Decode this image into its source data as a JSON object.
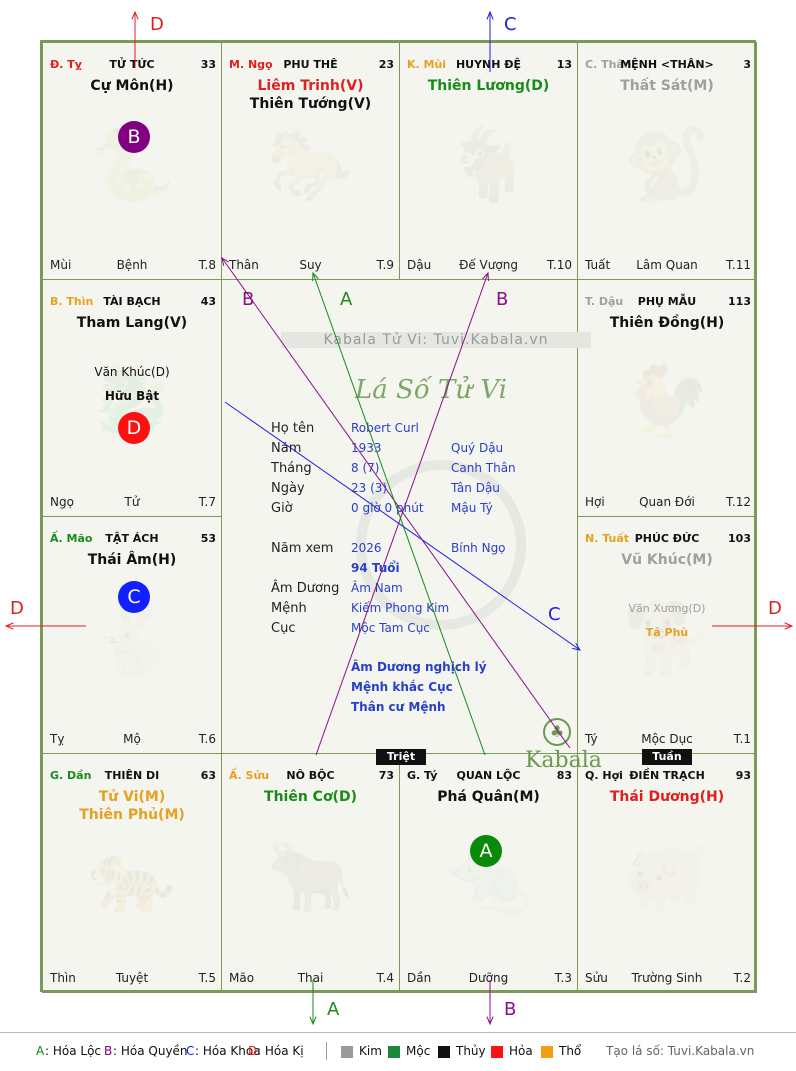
{
  "palaces": [
    {
      "can": "Đ. Tỵ",
      "can_color": "#e02020",
      "name": "TỬ TỨC",
      "age": "33",
      "bl": "Mùi",
      "bc": "Bệnh",
      "br": "T.8",
      "stars": [
        {
          "t": "Cự Môn(H)",
          "c": "#111111"
        }
      ],
      "minors": [],
      "icon": "snake-icon",
      "glyph": "🐍"
    },
    {
      "can": "M. Ngọ",
      "can_color": "#e02020",
      "name": "PHU THÊ",
      "age": "23",
      "bl": "Thân",
      "bc": "Suy",
      "br": "T.9",
      "stars": [
        {
          "t": "Liêm Trinh(V)",
          "c": "#e02020"
        },
        {
          "t": "Thiên Tướng(V)",
          "c": "#111111"
        }
      ],
      "minors": [],
      "icon": "horse-icon",
      "glyph": "🐎"
    },
    {
      "can": "K. Mùi",
      "can_color": "#e8a020",
      "name": "HUYNH ĐỆ",
      "age": "13",
      "bl": "Dậu",
      "bc": "Đế Vượng",
      "br": "T.10",
      "stars": [
        {
          "t": "Thiên Lương(D)",
          "c": "#1a8a1a"
        }
      ],
      "minors": [],
      "icon": "goat-icon",
      "glyph": "🐐"
    },
    {
      "can": "C. Thân",
      "can_color": "#a0a0a0",
      "name": "MỆNH <THÂN>",
      "age": "3",
      "bl": "Tuất",
      "bc": "Lâm Quan",
      "br": "T.11",
      "stars": [
        {
          "t": "Thất Sát(M)",
          "c": "#a0a0a0"
        }
      ],
      "minors": [],
      "icon": "monkey-icon",
      "glyph": "🐒"
    },
    {
      "can": "T. Dậu",
      "can_color": "#a0a0a0",
      "name": "PHỤ MẪU",
      "age": "113",
      "bl": "Hợi",
      "bc": "Quan Đới",
      "br": "T.12",
      "stars": [
        {
          "t": "Thiên Đồng(H)",
          "c": "#111111"
        }
      ],
      "minors": [],
      "icon": "rooster-icon",
      "glyph": "🐓"
    },
    {
      "can": "N. Tuất",
      "can_color": "#e8a020",
      "name": "PHÚC ĐỨC",
      "age": "103",
      "bl": "Tý",
      "bc": "Mộc Dục",
      "br": "T.1",
      "stars": [
        {
          "t": "Vũ Khúc(M)",
          "c": "#a0a0a0"
        }
      ],
      "minors": [
        {
          "t": "Văn Xương(D)",
          "c": "#a0a0a0",
          "n": false
        },
        {
          "t": "Tả Phù",
          "c": "#e8a020",
          "n": true
        }
      ],
      "icon": "dog-icon",
      "glyph": "🐕"
    },
    {
      "can": "Q. Hợi",
      "can_color": "#111111",
      "name": "ĐIỀN TRẠCH",
      "age": "93",
      "bl": "Sửu",
      "bc": "Trường Sinh",
      "br": "T.2",
      "stars": [
        {
          "t": "Thái Dương(H)",
          "c": "#e02020"
        }
      ],
      "minors": [],
      "icon": "pig-icon",
      "glyph": "🐖"
    },
    {
      "can": "G. Tý",
      "can_color": "#111111",
      "name": "QUAN LỘC",
      "age": "83",
      "bl": "Dần",
      "bc": "Dưỡng",
      "br": "T.3",
      "stars": [
        {
          "t": "Phá Quân(M)",
          "c": "#111111"
        }
      ],
      "minors": [],
      "icon": "rat-icon",
      "glyph": "🐀"
    },
    {
      "can": "Ấ. Sửu",
      "can_color": "#e8a020",
      "name": "NÔ BỘC",
      "age": "73",
      "bl": "Mão",
      "bc": "Thai",
      "br": "T.4",
      "stars": [
        {
          "t": "Thiên Cơ(D)",
          "c": "#1a8a1a"
        }
      ],
      "minors": [],
      "icon": "ox-icon",
      "glyph": "🐂"
    },
    {
      "can": "G. Dần",
      "can_color": "#1a8a1a",
      "name": "THIÊN DI",
      "age": "63",
      "bl": "Thìn",
      "bc": "Tuyệt",
      "br": "T.5",
      "stars": [
        {
          "t": "Tử Vi(M)",
          "c": "#e8a020"
        },
        {
          "t": "Thiên Phủ(M)",
          "c": "#e8a020"
        }
      ],
      "minors": [],
      "icon": "tiger-icon",
      "glyph": "🐅"
    },
    {
      "can": "Ấ. Mão",
      "can_color": "#1a8a1a",
      "name": "TẬT ÁCH",
      "age": "53",
      "bl": "Tỵ",
      "bc": "Mộ",
      "br": "T.6",
      "stars": [
        {
          "t": "Thái Âm(H)",
          "c": "#111111"
        }
      ],
      "minors": [],
      "icon": "rabbit-icon",
      "glyph": "🐇"
    },
    {
      "can": "B. Thìn",
      "can_color": "#e8a020",
      "name": "TÀI BẠCH",
      "age": "43",
      "bl": "Ngọ",
      "bc": "Tử",
      "br": "T.7",
      "stars": [
        {
          "t": "Tham Lang(V)",
          "c": "#111111"
        }
      ],
      "minors": [
        {
          "t": "Văn Khúc(D)",
          "c": "#111111",
          "n": false
        },
        {
          "t": "Hữu Bật",
          "c": "#111111",
          "n": true
        }
      ],
      "icon": "dragon-icon",
      "glyph": "🐉"
    }
  ],
  "circles": [
    {
      "label": "B",
      "color": "#800080"
    },
    {
      "label": "D",
      "color": "#ff1010"
    },
    {
      "label": "C",
      "color": "#1020ff"
    },
    {
      "label": "A",
      "color": "#0a8a0a"
    }
  ],
  "center": {
    "watermark": "Kabala Tử Vi: Tuvi.Kabala.vn",
    "title": "Lá Số Tử Vi",
    "rows": [
      {
        "k": "Họ tên",
        "v1": "Robert Curl",
        "v2": ""
      },
      {
        "k": "Năm",
        "v1": "1933",
        "v2": "Quý Dậu"
      },
      {
        "k": "Tháng",
        "v1": "8  (7)",
        "v2": "Canh Thân"
      },
      {
        "k": "Ngày",
        "v1": "23  (3)",
        "v2": "Tân Dậu"
      },
      {
        "k": "Giờ",
        "v1": "0 giờ 0 phút",
        "v2": "Mậu Tý"
      },
      {
        "k": "Năm xem",
        "v1": "2026",
        "v2": "Bính Ngọ"
      },
      {
        "k": "",
        "v1": "94 Tuổi",
        "v2": ""
      },
      {
        "k": "Âm Dương",
        "v1": "Âm Nam",
        "v2": ""
      },
      {
        "k": "Mệnh",
        "v1": "Kiếm Phong Kim",
        "v2": ""
      },
      {
        "k": "Cục",
        "v1": "Mộc Tam Cục",
        "v2": ""
      }
    ],
    "notes": [
      "Âm Dương nghịch lý",
      "Mệnh khắc Cục",
      "Thân cư Mệnh"
    ],
    "logo": "Kabala"
  },
  "tags": {
    "triet": "Triệt",
    "tuan": "Tuần"
  },
  "arrows": {
    "top_left": "D",
    "top_right": "C",
    "left": "D",
    "right": "D",
    "bottom_a": "A",
    "bottom_b": "B"
  },
  "line_labels": {
    "b1": "B",
    "a1": "A",
    "b2": "B",
    "c1": "C"
  },
  "legend": {
    "items": [
      {
        "k": "A",
        "t": ": Hóa Lộc",
        "c": "#0a8a0a"
      },
      {
        "k": "B",
        "t": ": Hóa Quyền",
        "c": "#800080"
      },
      {
        "k": "C",
        "t": ": Hóa Khoa",
        "c": "#1020ff"
      },
      {
        "k": "D",
        "t": ": Hóa Kị",
        "c": "#ff1010"
      }
    ],
    "elements": [
      {
        "t": "Kim",
        "c": "#9a9a9a"
      },
      {
        "t": "Mộc",
        "c": "#1a8a3a"
      },
      {
        "t": "Thủy",
        "c": "#111111"
      },
      {
        "t": "Hỏa",
        "c": "#ff1010"
      },
      {
        "t": "Thổ",
        "c": "#f0a010"
      }
    ],
    "site": "Tạo lá số: Tuvi.Kabala.vn"
  }
}
